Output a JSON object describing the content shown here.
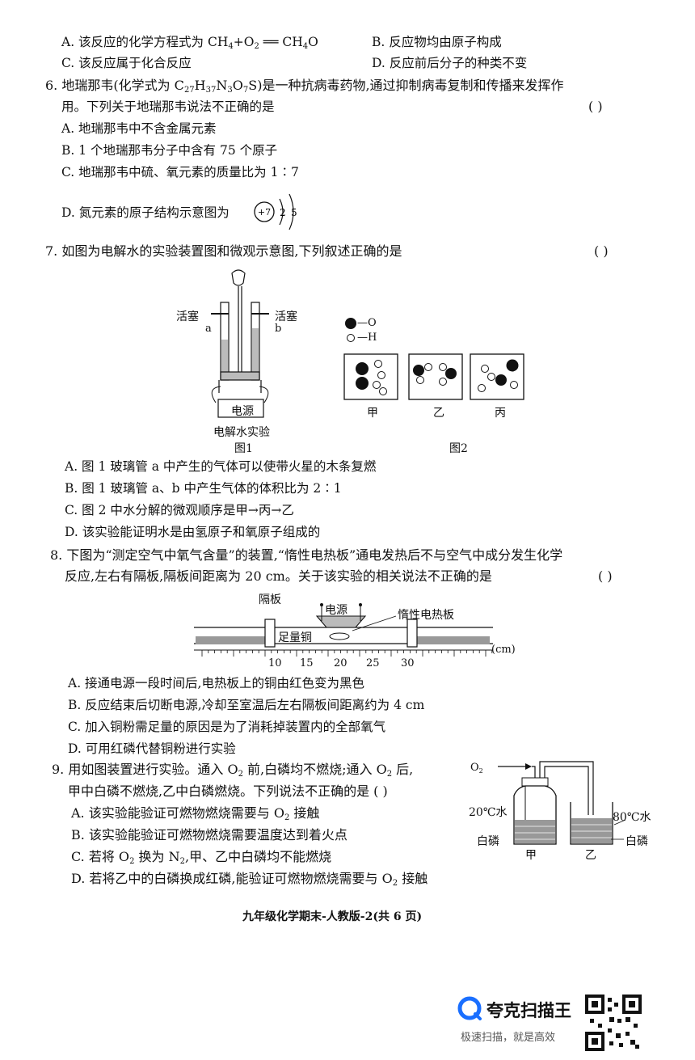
{
  "q5": {
    "optA_pre": "A. 该反应的化学方程式为 CH",
    "optA_s1": "4",
    "optA_mid": "+O",
    "optA_s2": "2",
    "optA_arrow": " ══ ",
    "optA_post": "CH",
    "optA_s3": "4",
    "optA_end": "O",
    "optB": "B. 反应物均由原子构成",
    "optC": "C. 该反应属于化合反应",
    "optD": "D. 反应前后分子的种类不变"
  },
  "q6": {
    "stem1_a": "6. 地瑞那韦(化学式为 C",
    "f1": "27",
    "fH": "H",
    "f2": "37",
    "fN": "N",
    "f3": "3",
    "fO": "O",
    "f4": "7",
    "stem1_b": "S)是一种抗病毒药物,通过抑制病毒复制和传播来发挥作",
    "stem2": "用。下列关于地瑞那韦说法不正确的是",
    "paren": "(      )",
    "optA": "A. 地瑞那韦中不含金属元素",
    "optB": "B. 1 个地瑞那韦分子中含有 75 个原子",
    "optC": "C. 地瑞那韦中硫、氧元素的质量比为 1∶7",
    "optD": "D. 氮元素的原子结构示意图为",
    "nucleus": "+7",
    "e1": "2",
    "e2": "5"
  },
  "q7": {
    "stem": "7. 如图为电解水的实验装置图和微观示意图,下列叙述正确的是",
    "paren": "(      )",
    "fig1": {
      "valve_left": "活塞",
      "valve_right": "活塞",
      "a": "a",
      "b": "b",
      "power": "电源",
      "caption": "电解水实验",
      "label": "图1"
    },
    "fig2": {
      "legend_o": "—O",
      "legend_h": "—H",
      "box1": "甲",
      "box2": "乙",
      "box3": "丙",
      "label": "图2"
    },
    "optA": "A. 图 1 玻璃管 a 中产生的气体可以使带火星的木条复燃",
    "optB": "B. 图 1 玻璃管 a、b 中产生气体的体积比为 2∶1",
    "optC": "C. 图 2 中水分解的微观顺序是甲→丙→乙",
    "optD": "D. 该实验能证明水是由氢原子和氧原子组成的"
  },
  "q8": {
    "stem1": "8. 下图为“测定空气中氧气含量”的装置,“惰性电热板”通电发热后不与空气中成分发生化学",
    "stem2": "反应,左右有隔板,隔板间距离为 20 cm。关于该实验的相关说法不正确的是",
    "paren": "(      )",
    "fig": {
      "partition": "隔板",
      "power": "电源",
      "plate": "惰性电热板",
      "copper": "足量铜",
      "unit": "(cm)",
      "ticks": [
        "10",
        "15",
        "20",
        "25",
        "30"
      ]
    },
    "optA": "A. 接通电源一段时间后,电热板上的铜由红色变为黑色",
    "optB": "B. 反应结束后切断电源,冷却至室温后左右隔板间距离约为 4 cm",
    "optC": "C. 加入铜粉需足量的原因是为了消耗掉装置内的全部氧气",
    "optD": "D. 可用红磷代替铜粉进行实验"
  },
  "q9": {
    "stem1_a": "9. 用如图装置进行实验。通入 O",
    "s1": "2",
    "stem1_b": " 前,白磷均不燃烧;通入 O",
    "s2": "2",
    "stem1_c": " 后,",
    "stem2": "甲中白磷不燃烧,乙中白磷燃烧。下列说法不正确的是 (       )",
    "optA_a": "A. 该实验能验证可燃物燃烧需要与 O",
    "optA_s": "2",
    "optA_b": " 接触",
    "optB": "B. 该实验能验证可燃物燃烧需要温度达到着火点",
    "optC_a": "C. 若将 O",
    "optC_s1": "2",
    "optC_b": " 换为 N",
    "optC_s2": "2",
    "optC_c": ",甲、乙中白磷均不能燃烧",
    "optD_a": "D. 若将乙中的白磷换成红磷,能验证可燃物燃烧需要与 O",
    "optD_s": "2",
    "optD_b": " 接触",
    "fig": {
      "o2": "O",
      "o2s": "2",
      "water20": "20℃水",
      "water80": "80℃水",
      "p_left": "白磷",
      "p_right": "白磷",
      "jia": "甲",
      "yi": "乙"
    }
  },
  "footer": "九年级化学期末-人教版-2(共 6 页)",
  "watermark": {
    "name": "夸克扫描王",
    "slogan": "极速扫描，就是高效"
  }
}
